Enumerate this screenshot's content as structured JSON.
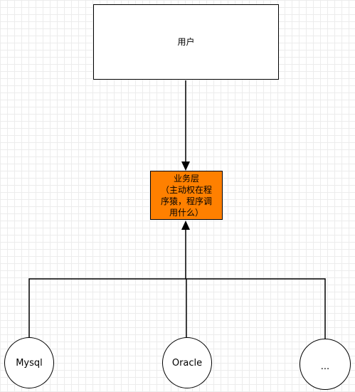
{
  "nodes": {
    "user": "用户",
    "business": {
      "line1": "业务层",
      "line2": "（主动权在程",
      "line3": "序猿，程序调",
      "line4": "用什么）"
    },
    "mysql": "Mysql",
    "oracle": "Oracle",
    "more": "..."
  },
  "colors": {
    "business_fill": "#ff8000",
    "stroke": "#000000",
    "grid": "#ececec"
  }
}
